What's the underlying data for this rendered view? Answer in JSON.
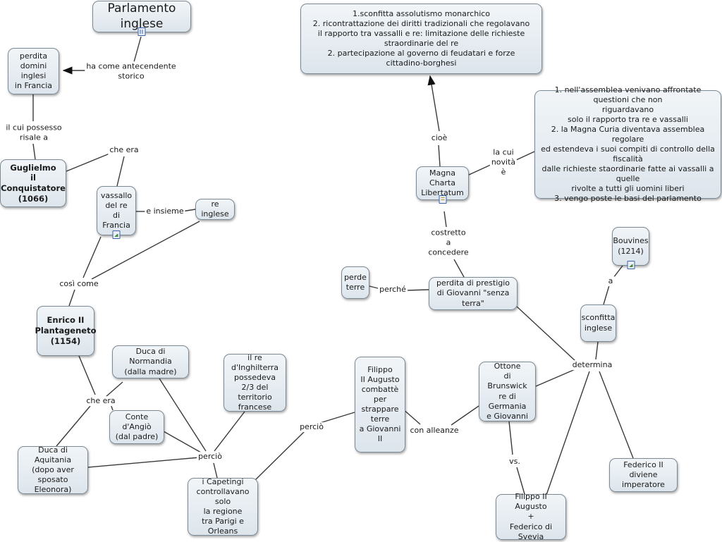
{
  "nodes": {
    "parlamento": "Parlamento inglese",
    "perdita_domini": "perdita\ndomini inglesi\nin Francia",
    "guglielmo": "Guglielmo\nil Conquistatore\n(1066)",
    "vassallo": "vassallo\ndel re\ndi Francia",
    "re_inglese": "re inglese",
    "enrico": "Enrico II\nPlantageneto\n(1154)",
    "duca_normandia": "Duca di Normandia\n(dalla madre)",
    "conte_angio": "Conte d'Angiò\n(dal padre)",
    "duca_aquitania": "Duca di Aquitania\n(dopo aver sposato\nEleonora)",
    "re_inghilterra": "il re d'Inghilterra\npossedeva\n2/3 del territorio\nfrancese",
    "capetingi": "i Capetingi\ncontrollavano solo\nla regione\ntra Parigi e Orleans",
    "filippo": "Filippo\nII Augusto\ncombattè\nper\nstrappare\nterre\na Giovanni II",
    "ottone": "Ottone\ndi Brunswick\nre di Germania\ne Giovanni",
    "filippo_federico": "Filippo II Augusto\n+\nFederico di Svevia",
    "federico_imperatore": "Federico II diviene\nimperatore",
    "sconfitta": "sconfitta\ninglese",
    "bouvines": "Bouvines\n(1214)",
    "perdita_prestigio": "perdita di prestigio\ndi Giovanni \"senza terra\"",
    "perde_terre": "perde\nterre",
    "magna_charta": "Magna Charta\nLibertatum",
    "sconfitta_assolutismo": "1.sconfitta assolutismo monarchico\n2. ricontrattazione dei diritti tradizionali che regolavano\nil rapporto tra vassalli e re: limitazione delle richieste straordinarie del re\n2. partecipazione al governo di feudatari e forze\ncittadino-borghesi",
    "novita": "1. nell'assemblea venivano affrontate questioni che non\nriguardavano\nsolo il rapporto tra re e vassalli\n2. la Magna Curia diventava assemblea regolare\ned estendeva i suoi compiti di controllo della fiscalità\ndalle richieste staordinarie fatte ai vassalli a quelle\nrivolte a tutti gli uomini liberi\n3. vengo poste le basi del parlamento"
  },
  "phrases": {
    "ha_come": "ha come antecendente\nstorico",
    "il_cui": "il cui possesso\nrisale a",
    "che_era_1": "che era",
    "e_insieme": "e insieme",
    "cosi_come": "così come",
    "che_era_2": "che era",
    "percio_1": "perciò",
    "percio_2": "perciò",
    "con_alleanze": "con alleanze",
    "vs": "vs.",
    "determina": "determina",
    "a": "a",
    "perche": "perché",
    "costretto": "costretto\na\nconcedere",
    "cioe": "cioè",
    "la_cui": "la cui\nnovità\nè"
  },
  "icons": {
    "parlamento": "spreadsheet-icon",
    "vassallo": "image-icon",
    "magna_charta": "document-icon",
    "bouvines": "image-icon"
  },
  "colors": {
    "node_fill": "#e6ecf1",
    "node_border": "#7c8a96",
    "link": "#3a3a3a",
    "icon": "#3d63a6"
  }
}
